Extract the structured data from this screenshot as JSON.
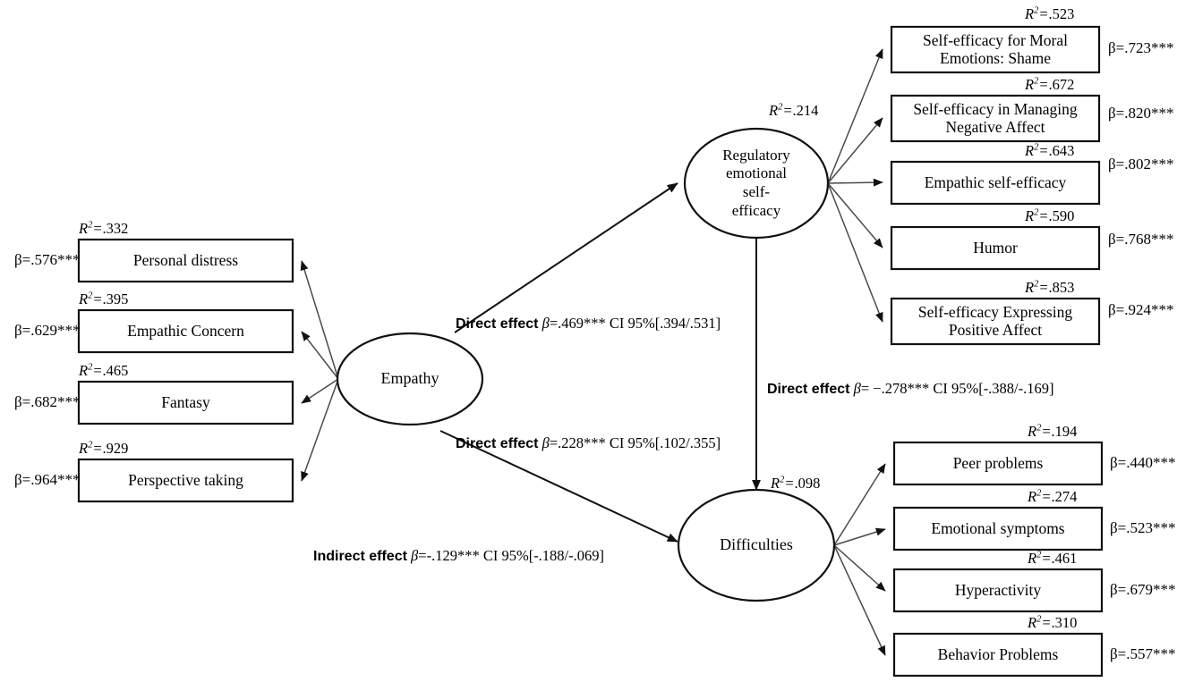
{
  "diagram": {
    "title": "Structural equation model: Empathy, regulatory emotional self-efficacy and difficulties",
    "type": "path-diagram",
    "colors": {
      "background": "#ffffff",
      "box_stroke": "#111111",
      "path_stroke": "#4a4a4a",
      "text": "#000000"
    }
  },
  "latent_variables": [
    {
      "id": "empathy",
      "label": "Empathy",
      "r2": "",
      "shape": "ellipse"
    },
    {
      "id": "resf",
      "label_lines": [
        "Regulatory",
        "emotional",
        "self-",
        "efficacy"
      ],
      "label": "Regulatory emotional self-efficacy",
      "r2": "R2=.214",
      "r2_value": ".214",
      "shape": "ellipse"
    },
    {
      "id": "difficulties",
      "label": "Difficulties",
      "r2": "R2=.098",
      "r2_value": ".098",
      "shape": "ellipse"
    }
  ],
  "indicators": {
    "empathy": [
      {
        "label": "Personal distress",
        "r2_value": ".332",
        "beta": "β=.576***",
        "beta_value": 0.576
      },
      {
        "label": "Empathic Concern",
        "r2_value": ".395",
        "beta": "β=.629***",
        "beta_value": 0.629
      },
      {
        "label": "Fantasy",
        "r2_value": ".465",
        "beta": "β=.682***",
        "beta_value": 0.682
      },
      {
        "label": "Perspective taking",
        "r2_value": ".929",
        "beta": "β=.964***",
        "beta_value": 0.964
      }
    ],
    "resf": [
      {
        "label_lines": [
          "Self-efficacy  for Moral",
          "Emotions: Shame"
        ],
        "label": "Self-efficacy for Moral Emotions: Shame",
        "r2_value": ".523",
        "beta": "β=.723***",
        "beta_value": 0.723
      },
      {
        "label_lines": [
          "Self-efficacy  in Managing",
          "Negative Affect"
        ],
        "label": "Self-efficacy in Managing Negative Affect",
        "r2_value": ".672",
        "beta": "β=.820***",
        "beta_value": 0.82
      },
      {
        "label_lines": [
          "Empathic self-efficacy"
        ],
        "label": "Empathic self-efficacy",
        "r2_value": ".643",
        "beta": "β=.802***",
        "beta_value": 0.802
      },
      {
        "label_lines": [
          "Humor"
        ],
        "label": "Humor",
        "r2_value": ".590",
        "beta": "β=.768***",
        "beta_value": 0.768
      },
      {
        "label_lines": [
          "Self-efficacy  Expressing",
          "Positive Affect"
        ],
        "label": "Self-efficacy Expressing Positive Affect",
        "r2_value": ".853",
        "beta": "β=.924***",
        "beta_value": 0.924
      }
    ],
    "difficulties": [
      {
        "label": "Peer problems",
        "r2_value": ".194",
        "beta": "β=.440***",
        "beta_value": 0.44
      },
      {
        "label": "Emotional symptoms",
        "r2_value": ".274",
        "beta": "β=.523***",
        "beta_value": 0.523
      },
      {
        "label": "Hyperactivity",
        "r2_value": ".461",
        "beta": "β=.679***",
        "beta_value": 0.679
      },
      {
        "label": "Behavior Problems",
        "r2_value": ".310",
        "beta": "β=.557***",
        "beta_value": 0.557
      }
    ]
  },
  "structural_paths": [
    {
      "id": "empathy-to-resf",
      "from": "Empathy",
      "to": "Regulatory emotional self-efficacy",
      "kind": "Direct effect",
      "beta": "β=.469***",
      "beta_value": 0.469,
      "ci": "CI 95%[.394/.531]",
      "ci_low": 0.394,
      "ci_high": 0.531
    },
    {
      "id": "empathy-to-difficulties",
      "from": "Empathy",
      "to": "Difficulties",
      "kind": "Direct effect",
      "beta": "β=.228***",
      "beta_value": 0.228,
      "ci": "CI 95%[.102/.355]",
      "ci_low": 0.102,
      "ci_high": 0.355
    },
    {
      "id": "resf-to-difficulties",
      "from": "Regulatory emotional self-efficacy",
      "to": "Difficulties",
      "kind": "Direct effect",
      "beta": "β= −.278***",
      "beta_value": -0.278,
      "ci": "CI 95%[-.388/-.169]",
      "ci_low": -0.388,
      "ci_high": -0.169
    },
    {
      "id": "empathy-indirect-difficulties",
      "from": "Empathy",
      "to": "Difficulties",
      "kind": "Indirect effect",
      "beta": "β=-.129***",
      "beta_value": -0.129,
      "ci": "CI 95%[-.188/-.069]",
      "ci_low": -0.188,
      "ci_high": -0.069
    }
  ]
}
